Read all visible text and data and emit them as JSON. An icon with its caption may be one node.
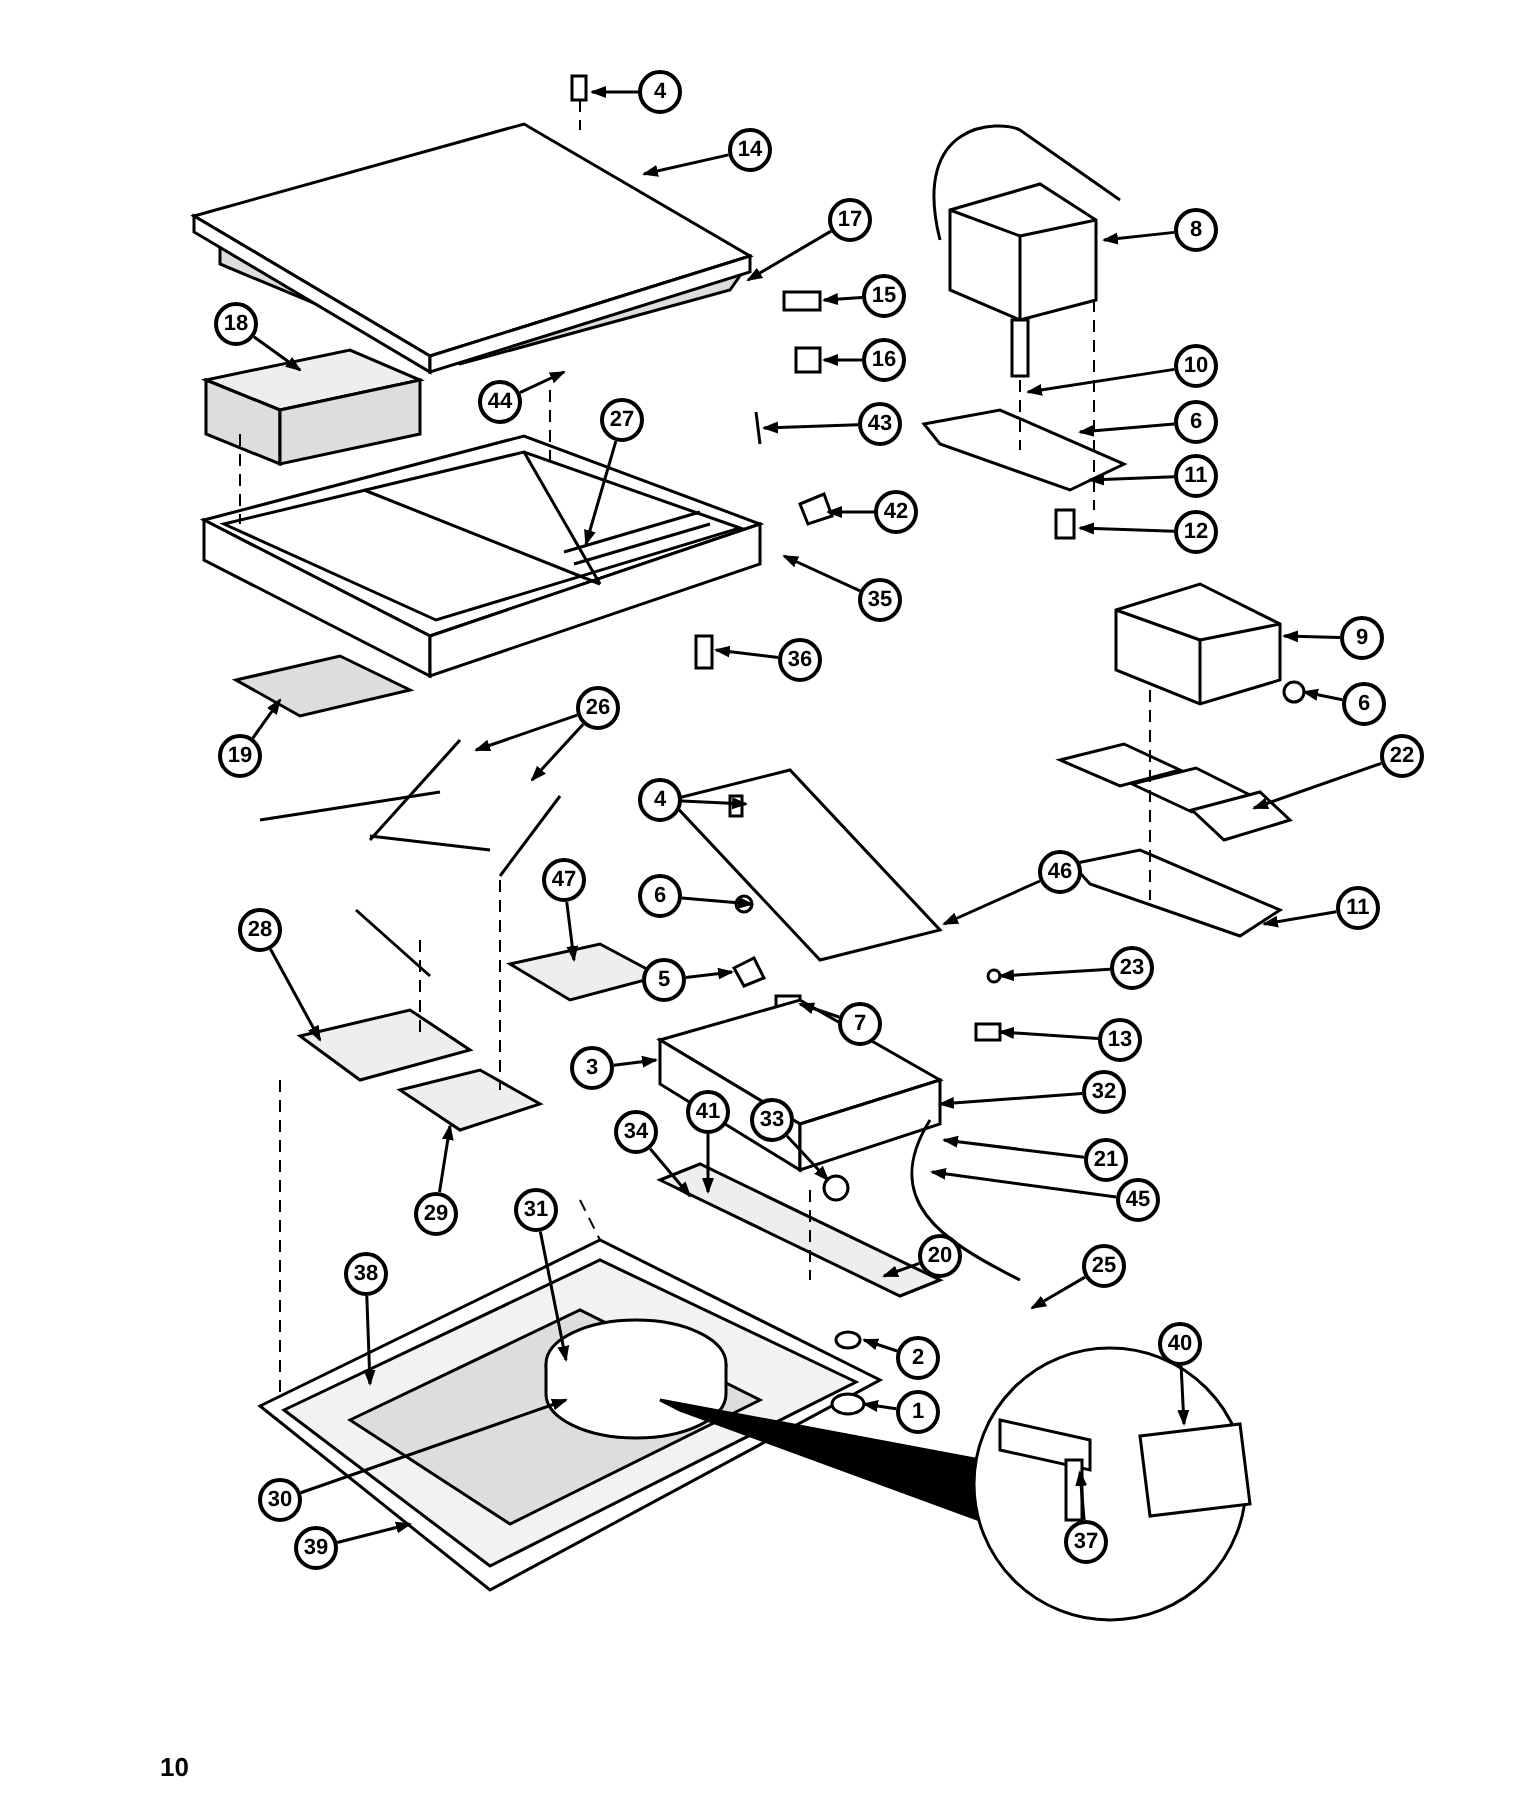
{
  "diagram": {
    "nodes": [
      {
        "text": [
          "4"
        ]
      },
      {
        "text": [
          "14"
        ]
      },
      {
        "text": [
          "17"
        ]
      },
      {
        "text": [
          "8"
        ]
      },
      {
        "text": [
          "18"
        ]
      },
      {
        "text": [
          "15"
        ]
      },
      {
        "text": [
          "16"
        ]
      },
      {
        "text": [
          "10"
        ]
      },
      {
        "text": [
          "44"
        ]
      },
      {
        "text": [
          "27"
        ]
      },
      {
        "text": [
          "43"
        ]
      },
      {
        "text": [
          "6"
        ]
      },
      {
        "text": [
          "42"
        ]
      },
      {
        "text": [
          "35"
        ]
      },
      {
        "text": [
          "11"
        ]
      },
      {
        "text": [
          "12"
        ]
      },
      {
        "text": [
          "9"
        ]
      },
      {
        "text": [
          "6"
        ]
      },
      {
        "text": [
          "36"
        ]
      },
      {
        "text": [
          "19"
        ]
      },
      {
        "text": [
          "26"
        ]
      },
      {
        "text": [
          "22"
        ]
      },
      {
        "text": [
          "4"
        ]
      },
      {
        "text": [
          "47"
        ]
      },
      {
        "text": [
          "46"
        ]
      },
      {
        "text": [
          "6"
        ]
      },
      {
        "text": [
          "5"
        ]
      },
      {
        "text": [
          "11"
        ]
      },
      {
        "text": [
          "7"
        ]
      },
      {
        "text": [
          "23"
        ]
      },
      {
        "text": [
          "28"
        ]
      },
      {
        "text": [
          "13"
        ]
      },
      {
        "text": [
          "3"
        ]
      },
      {
        "text": [
          "32"
        ]
      },
      {
        "text": [
          "34"
        ]
      },
      {
        "text": [
          "41"
        ]
      },
      {
        "text": [
          "21"
        ]
      },
      {
        "text": [
          "33"
        ]
      },
      {
        "text": [
          "45"
        ]
      },
      {
        "text": [
          "29"
        ]
      },
      {
        "text": [
          "20"
        ]
      },
      {
        "text": [
          "31"
        ]
      },
      {
        "text": [
          "25"
        ]
      },
      {
        "text": [
          "38"
        ]
      },
      {
        "text": [
          "40"
        ]
      },
      {
        "text": [
          "2"
        ]
      },
      {
        "text": [
          "1"
        ]
      },
      {
        "text": [
          "30"
        ]
      },
      {
        "text": [
          "37"
        ]
      },
      {
        "text": [
          "39"
        ]
      }
    ],
    "edges": [
      {
        "from": 0,
        "to": null,
        "arrow": "to"
      },
      {
        "from": 1,
        "to": null,
        "arrow": "to"
      },
      {
        "from": 2,
        "to": null,
        "arrow": "to"
      },
      {
        "from": 3,
        "to": null,
        "arrow": "to"
      },
      {
        "from": 4,
        "to": null,
        "arrow": "to"
      },
      {
        "from": 5,
        "to": null,
        "arrow": "to"
      },
      {
        "from": 6,
        "to": null,
        "arrow": "to"
      },
      {
        "from": 7,
        "to": null,
        "arrow": "to"
      },
      {
        "from": 8,
        "to": null,
        "arrow": "to"
      },
      {
        "from": 9,
        "to": null,
        "arrow": "to"
      },
      {
        "from": 10,
        "to": null,
        "arrow": "to"
      },
      {
        "from": 11,
        "to": null,
        "arrow": "to"
      },
      {
        "from": 12,
        "to": null,
        "arrow": "to"
      },
      {
        "from": 13,
        "to": null,
        "arrow": "to"
      },
      {
        "from": 14,
        "to": null,
        "arrow": "to"
      },
      {
        "from": 15,
        "to": null,
        "arrow": "to"
      },
      {
        "from": 16,
        "to": null,
        "arrow": "to"
      },
      {
        "from": 17,
        "to": null,
        "arrow": "to"
      },
      {
        "from": 18,
        "to": null,
        "arrow": "to"
      },
      {
        "from": 19,
        "to": null,
        "arrow": "to"
      },
      {
        "from": 20,
        "to": null,
        "arrow": "to"
      },
      {
        "from": 20,
        "to": null,
        "arrow": "to"
      },
      {
        "from": 21,
        "to": null,
        "arrow": "to"
      },
      {
        "from": 22,
        "to": null,
        "arrow": "to"
      },
      {
        "from": 23,
        "to": null,
        "arrow": "to"
      },
      {
        "from": 24,
        "to": null,
        "arrow": "to"
      },
      {
        "from": 25,
        "to": null,
        "arrow": "to"
      },
      {
        "from": 26,
        "to": null,
        "arrow": "to"
      },
      {
        "from": 27,
        "to": null,
        "arrow": "to"
      },
      {
        "from": 28,
        "to": null,
        "arrow": "to"
      },
      {
        "from": 29,
        "to": null,
        "arrow": "to"
      },
      {
        "from": 30,
        "to": null,
        "arrow": "to"
      },
      {
        "from": 31,
        "to": null,
        "arrow": "to"
      },
      {
        "from": 32,
        "to": null,
        "arrow": "to"
      },
      {
        "from": 33,
        "to": null,
        "arrow": "to"
      },
      {
        "from": 34,
        "to": null,
        "arrow": "to"
      },
      {
        "from": 35,
        "to": null,
        "arrow": "to"
      },
      {
        "from": 36,
        "to": null,
        "arrow": "to"
      },
      {
        "from": 37,
        "to": null,
        "arrow": "to"
      },
      {
        "from": 38,
        "to": null,
        "arrow": "to"
      },
      {
        "from": 39,
        "to": null,
        "arrow": "to"
      },
      {
        "from": 40,
        "to": null,
        "arrow": "to"
      },
      {
        "from": 41,
        "to": null,
        "arrow": "to"
      },
      {
        "from": 42,
        "to": null,
        "arrow": "to"
      },
      {
        "from": 43,
        "to": null,
        "arrow": "to"
      },
      {
        "from": 44,
        "to": null,
        "arrow": "to"
      },
      {
        "from": 45,
        "to": null,
        "arrow": "to"
      },
      {
        "from": 46,
        "to": null,
        "arrow": "to"
      },
      {
        "from": 47,
        "to": null,
        "arrow": "to"
      },
      {
        "from": 48,
        "to": null,
        "arrow": "to"
      },
      {
        "from": 49,
        "to": null,
        "arrow": "to"
      }
    ],
    "labels": [
      "10"
    ]
  }
}
